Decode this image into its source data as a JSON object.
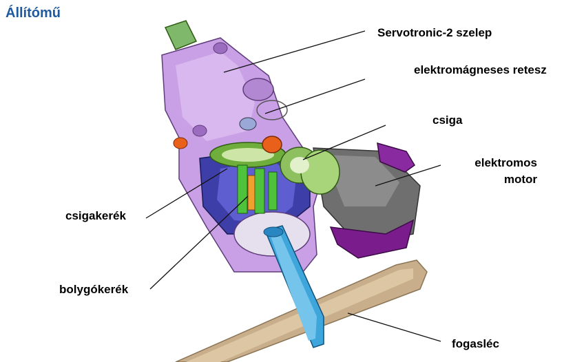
{
  "title": "Állítómű",
  "labels": {
    "servotronic": "Servotronic-2 szelep",
    "retesz": "elektromágneses retesz",
    "csiga": "csiga",
    "motor_line1": "elektromos",
    "motor_line2": "motor",
    "csigakerek": "csigakerék",
    "bolygokerek": "bolygókerék",
    "fogasleс": "fogasléc"
  },
  "colors": {
    "title": "#1f5aa0",
    "housing": "#c9a0e6",
    "housing_dark": "#9c6cc0",
    "rack": "#c8ae8a",
    "shaft": "#3fa6dc",
    "motor": "#6f6f6f",
    "motor_cap": "#7a1c8c",
    "worm": "#6fae3c",
    "planet": "#4ec23a",
    "orange": "#e8601a"
  }
}
